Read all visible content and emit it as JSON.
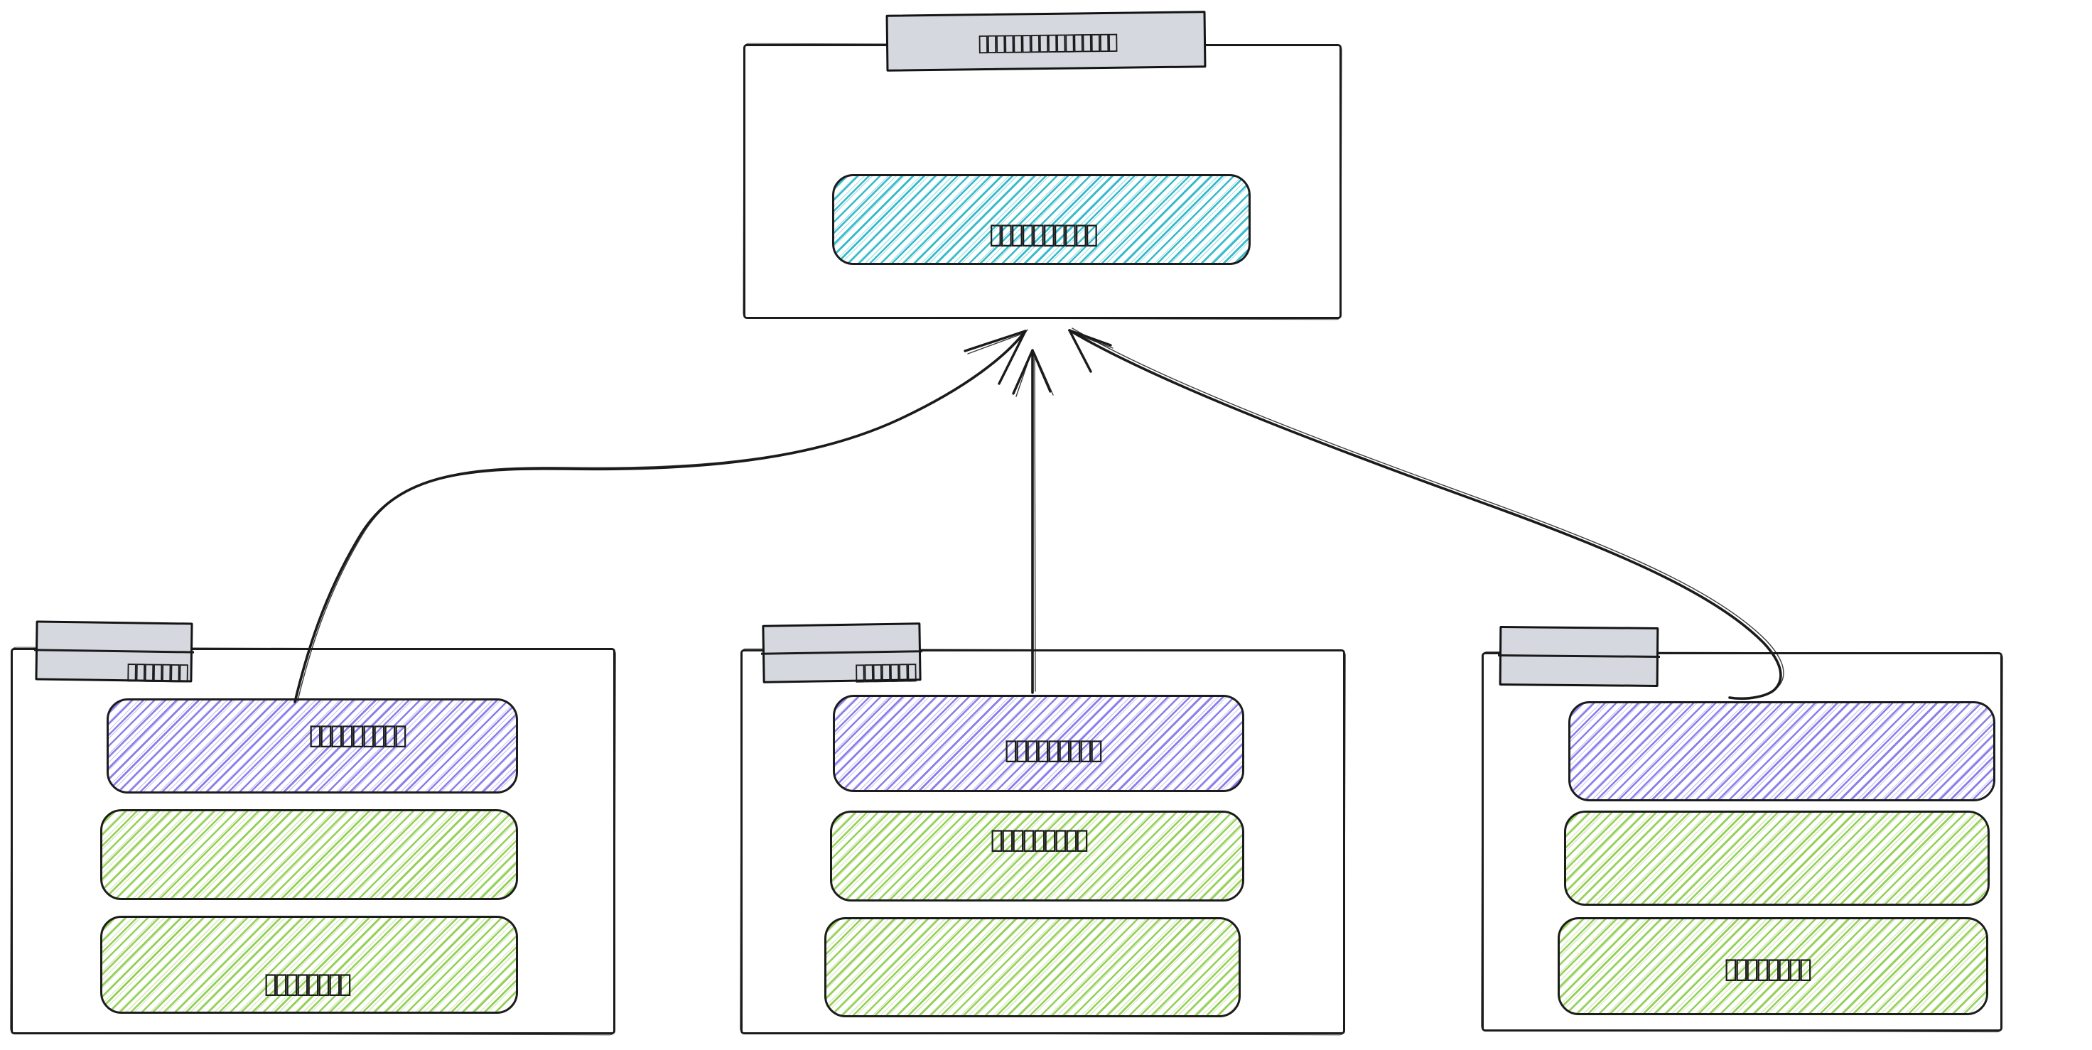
{
  "top_group": {
    "tab_label": "▯▯▯▯▯▯▯▯▯▯▯▯▯▯▯▯",
    "chip": {
      "kind": "teal",
      "text": "▯▯▯▯▯▯▯▯▯▯",
      "fill": "#2ab7c8"
    }
  },
  "boxes": [
    {
      "name": "left-group",
      "tab_label": "▯▯▯▯▯▯▯",
      "chips": [
        {
          "kind": "purple",
          "text": "▯▯▯▯▯▯▯▯▯",
          "fill": "#8578e8"
        },
        {
          "kind": "green",
          "text": "",
          "fill": "#8fce4f"
        },
        {
          "kind": "green",
          "text": "▯▯▯▯▯▯▯▯",
          "fill": "#8fce4f"
        }
      ]
    },
    {
      "name": "middle-group",
      "tab_label": "▯▯▯▯▯▯▯",
      "chips": [
        {
          "kind": "purple",
          "text": "▯▯▯▯▯▯▯▯▯",
          "fill": "#8578e8"
        },
        {
          "kind": "green",
          "text": "▯▯▯▯▯▯▯▯▯",
          "fill": "#8fce4f"
        },
        {
          "kind": "green",
          "text": "",
          "fill": "#8fce4f"
        }
      ]
    },
    {
      "name": "right-group",
      "tab_label": "",
      "chips": [
        {
          "kind": "purple",
          "text": "",
          "fill": "#8578e8"
        },
        {
          "kind": "green",
          "text": "",
          "fill": "#8fce4f"
        },
        {
          "kind": "green",
          "text": "▯▯▯▯▯▯▯▯",
          "fill": "#8fce4f"
        }
      ]
    }
  ],
  "edges": [
    {
      "from": "left-group",
      "to": "top-group",
      "style": "curved-arrow"
    },
    {
      "from": "middle-group",
      "to": "top-group",
      "style": "straight-arrow"
    },
    {
      "from": "right-group",
      "to": "top-group",
      "style": "curved-arrow"
    }
  ],
  "colors": {
    "stroke": "#1b1b1b",
    "tab_fill": "#d5d9df",
    "teal": "#2ab7c8",
    "purple": "#8578e8",
    "green": "#8fce4f",
    "background": "#ffffff"
  }
}
